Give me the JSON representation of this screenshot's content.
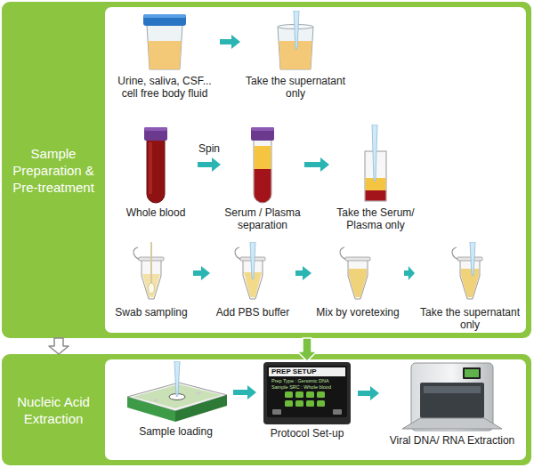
{
  "diagram": {
    "nodes": [
      {
        "text": [
          "Sample Preparation & Pre-treatment"
        ]
      },
      {
        "text": [
          "Urine, saliva, CSF... cell free body fluid"
        ],
        "in": 0
      },
      {
        "text": [
          "Take the supernatant only"
        ],
        "in": 0
      },
      {
        "text": [
          "Whole blood"
        ],
        "in": 0
      },
      {
        "text": [
          "Serum / Plasma separation"
        ],
        "in": 0
      },
      {
        "text": [
          "Take the Serum/ Plasma only"
        ],
        "in": 0
      },
      {
        "text": [
          "Swab sampling"
        ],
        "in": 0
      },
      {
        "text": [
          "Add PBS buffer"
        ],
        "in": 0
      },
      {
        "text": [
          "Mix by voretexing"
        ],
        "in": 0
      },
      {
        "text": [
          "Take the supernatant only"
        ],
        "in": 0
      },
      {
        "text": [
          "Nucleic Acid Extraction"
        ]
      },
      {
        "text": [
          "Sample loading"
        ],
        "in": 10
      },
      {
        "text": [
          "Protocol Set-up"
        ],
        "in": 10
      },
      {
        "text": [
          "Viral DNA/ RNA Extraction"
        ],
        "in": 10
      }
    ],
    "edges": [
      {
        "from": 1,
        "to": 2,
        "arrow": "to"
      },
      {
        "from": 3,
        "to": 4,
        "label": "Spin",
        "arrow": "to"
      },
      {
        "from": 4,
        "to": 5,
        "arrow": "to"
      },
      {
        "from": 6,
        "to": 7,
        "arrow": "to"
      },
      {
        "from": 7,
        "to": 8,
        "arrow": "to"
      },
      {
        "from": 8,
        "to": 9,
        "arrow": "to"
      },
      {
        "from": 0,
        "to": 10,
        "arrow": "to"
      },
      {
        "from": 0,
        "to": 12,
        "arrow": "to"
      },
      {
        "from": 11,
        "to": 12,
        "arrow": "to"
      },
      {
        "from": 12,
        "to": 13,
        "arrow": "to"
      }
    ],
    "labels": [
      "PREP SETUP",
      "Prep Type : Genomic DNA",
      "Sample SRC : Whole blood"
    ]
  }
}
